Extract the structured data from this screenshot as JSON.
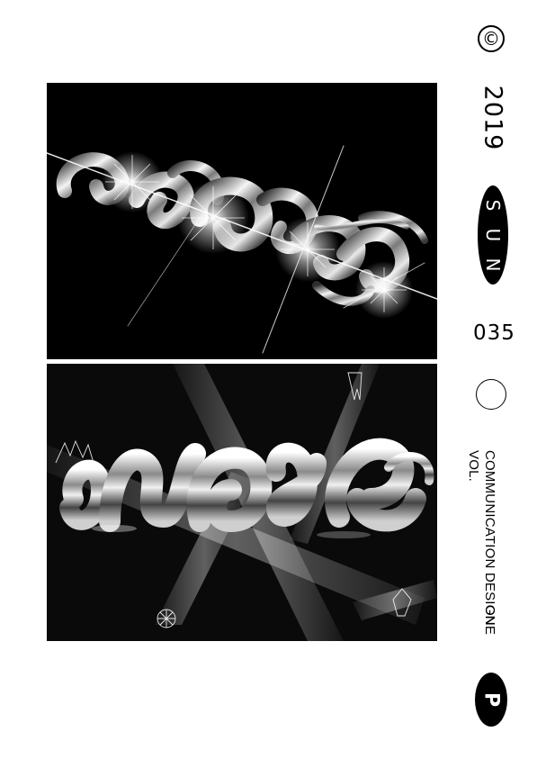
{
  "artwork": {
    "top_panel": {
      "background": "#000000"
    },
    "bottom_panel": {
      "background": "#0a0a0a"
    }
  },
  "sidebar": {
    "copyright_symbol": "©",
    "year": "2019",
    "brand_letters": [
      "S",
      "U",
      "N"
    ],
    "issue_number": "035",
    "vol_label": "VOL.",
    "series_title": "COMMUNICATION DESIGN",
    "vol_number_word": "ONE",
    "badge_letter": "P"
  },
  "colors": {
    "ink": "#000000",
    "paper": "#ffffff",
    "chrome_light": "#f2f2f2",
    "chrome_dark": "#3a3a3a"
  }
}
